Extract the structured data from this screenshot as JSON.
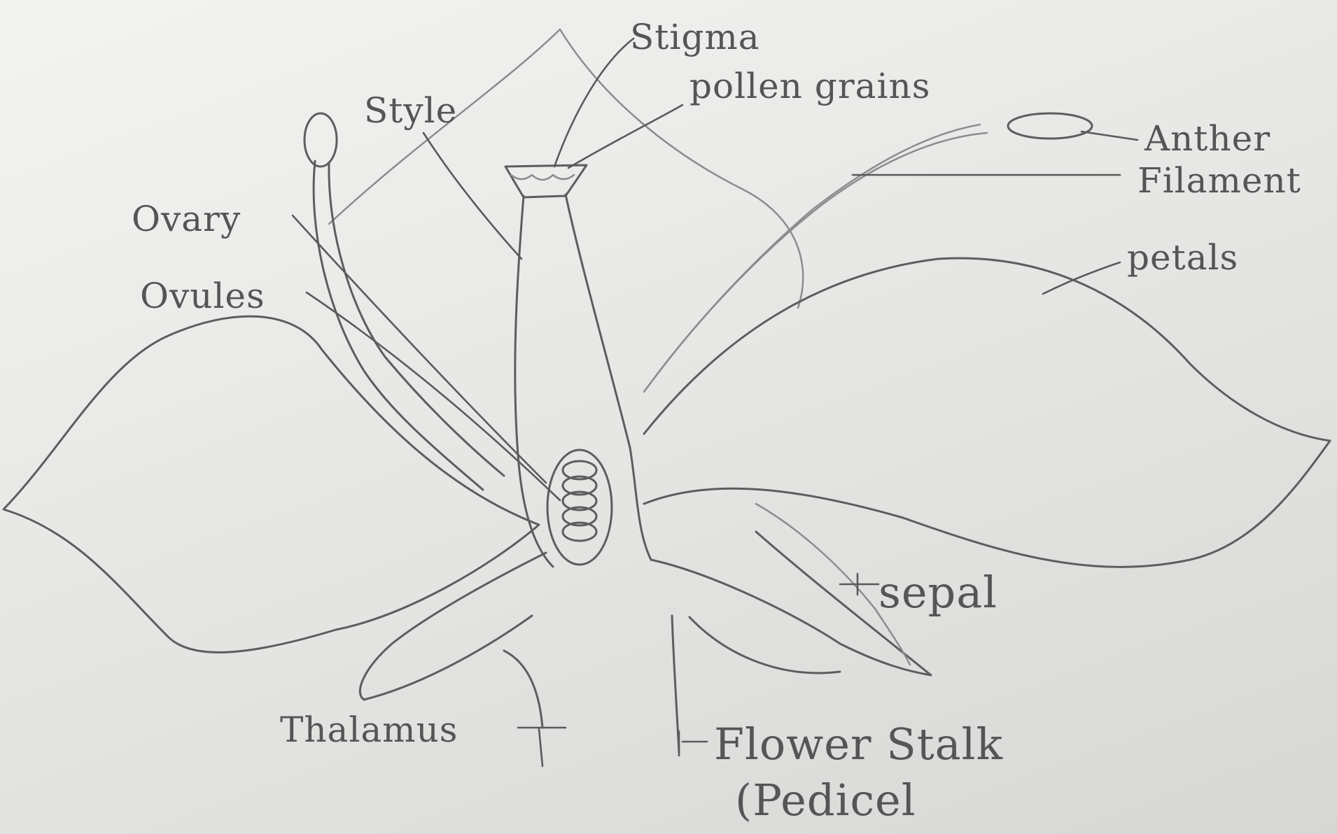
{
  "diagram": {
    "labels": {
      "stigma": "Stigma",
      "pollen_grains": "pollen grains",
      "style": "Style",
      "ovary": "Ovary",
      "ovules": "Ovules",
      "anther": "Anther",
      "filament": "Filament",
      "petals": "petals",
      "sepal": "sepal",
      "thalamus": "Thalamus",
      "flower_stalk": "Flower Stalk",
      "pedicel": "(Pedicel"
    },
    "colors": {
      "paper": "#ececea",
      "pencil": "#5d5d5d"
    }
  }
}
